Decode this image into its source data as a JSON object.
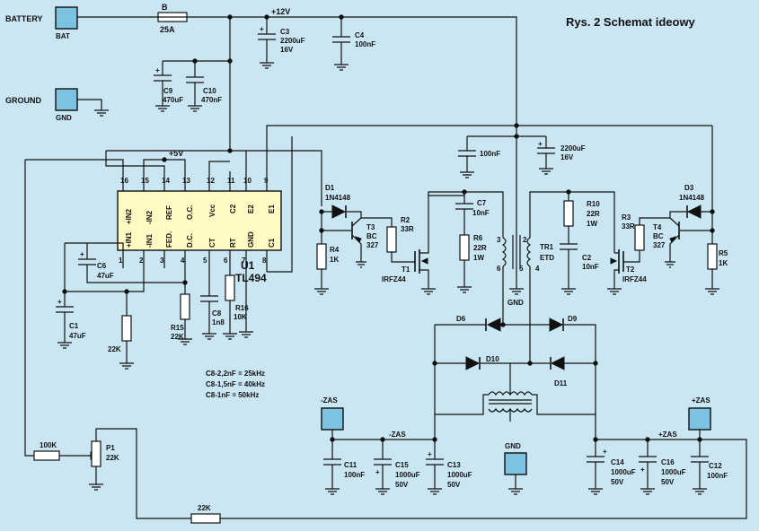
{
  "title": "Rys. 2 Schemat ideowy",
  "terminals": {
    "battery": {
      "name": "BATTERY",
      "label": "BAT"
    },
    "ground": {
      "name": "GROUND",
      "label": "GND"
    },
    "neg": {
      "label": "-ZAS"
    },
    "pos": {
      "label": "+ZAS"
    },
    "gnd_out": {
      "label": "GND"
    }
  },
  "rails": {
    "p12": "+12V",
    "p5": "+5V",
    "gnd": "GND",
    "negzas": "-ZAS",
    "poszas": "+ZAS"
  },
  "fuse": {
    "ref": "B",
    "value": "25A"
  },
  "ic": {
    "ref": "U1",
    "part": "TL494",
    "top_pins": [
      "16",
      "15",
      "14",
      "13",
      "12",
      "11",
      "10",
      "9"
    ],
    "top_names": [
      "+IN2",
      "-IN2",
      "REF",
      "O.C.",
      "Vcc",
      "C2",
      "E2",
      "E1"
    ],
    "bottom_pins": [
      "1",
      "2",
      "3",
      "4",
      "5",
      "6",
      "7",
      "8"
    ],
    "bottom_names": [
      "+IN1",
      "-IN1",
      "FED.",
      "D.C.",
      "CT",
      "RT",
      "GND",
      "C1"
    ]
  },
  "caps": {
    "c3": {
      "ref": "C3",
      "v1": "2200uF",
      "v2": "16V"
    },
    "c4": {
      "ref": "C4",
      "v1": "100nF"
    },
    "c9": {
      "ref": "C9",
      "v1": "470uF"
    },
    "c10": {
      "ref": "C10",
      "v1": "470nF"
    },
    "cp1": {
      "v1": "100nF"
    },
    "cp2": {
      "v1": "2200uF",
      "v2": "16V"
    },
    "c7": {
      "ref": "C7",
      "v1": "10nF"
    },
    "c2": {
      "ref": "C2",
      "v1": "10nF"
    },
    "c6": {
      "ref": "C6",
      "v1": "47uF"
    },
    "c1": {
      "ref": "C1",
      "v1": "47uF"
    },
    "c8": {
      "ref": "C8",
      "v1": "1n8"
    },
    "c11": {
      "ref": "C11",
      "v1": "100nF"
    },
    "c15": {
      "ref": "C15",
      "v1": "1000uF",
      "v2": "50V"
    },
    "c13": {
      "ref": "C13",
      "v1": "1000uF",
      "v2": "50V"
    },
    "c14": {
      "ref": "C14",
      "v1": "1000uF",
      "v2": "50V"
    },
    "c16": {
      "ref": "C16",
      "v1": "1000uF",
      "v2": "50V"
    },
    "c12": {
      "ref": "C12",
      "v1": "100nF"
    }
  },
  "resistors": {
    "r2": {
      "ref": "R2",
      "v1": "33R"
    },
    "r3": {
      "ref": "R3",
      "v1": "33R"
    },
    "r4": {
      "ref": "R4",
      "v1": "1K"
    },
    "r5": {
      "ref": "R5",
      "v1": "1K"
    },
    "r6": {
      "ref": "R6",
      "v1": "22R",
      "v2": "1W"
    },
    "r10": {
      "ref": "R10",
      "v1": "22R",
      "v2": "1W"
    },
    "r15": {
      "ref": "R15",
      "v1": "22K"
    },
    "r16": {
      "ref": "R16",
      "v1": "10K"
    },
    "r22k": {
      "v1": "22K"
    },
    "r100k": {
      "v1": "100K"
    },
    "r22kfb": {
      "v1": "22K"
    },
    "p1": {
      "ref": "P1",
      "v1": "22K"
    }
  },
  "semis": {
    "d1": {
      "ref": "D1",
      "part": "1N4148"
    },
    "d3": {
      "ref": "D3",
      "part": "1N4148"
    },
    "t3": {
      "ref": "T3",
      "v1": "BC",
      "v2": "327"
    },
    "t4": {
      "ref": "T4",
      "v1": "BC",
      "v2": "327"
    },
    "t1": {
      "ref": "T1",
      "part": "IRFZ44"
    },
    "t2": {
      "ref": "T2",
      "part": "IRFZ44"
    },
    "d6": {
      "ref": "D6"
    },
    "d9": {
      "ref": "D9"
    },
    "d10": {
      "ref": "D10"
    },
    "d11": {
      "ref": "D11"
    }
  },
  "transformer": {
    "ref": "TR1",
    "part": "ETD",
    "pins": [
      "3",
      "2",
      "6",
      "5",
      "4"
    ],
    "gnd": "GND"
  },
  "freq_notes": [
    "C8-2,2nF = 25kHz",
    "C8-1,5nF = 40kHz",
    "C8-1nF = 50kHz"
  ],
  "colors": {
    "background": "#c9e6f2",
    "terminal": "#7cc3e2",
    "ic_body": "#fff9c4",
    "wire": "#111111"
  }
}
